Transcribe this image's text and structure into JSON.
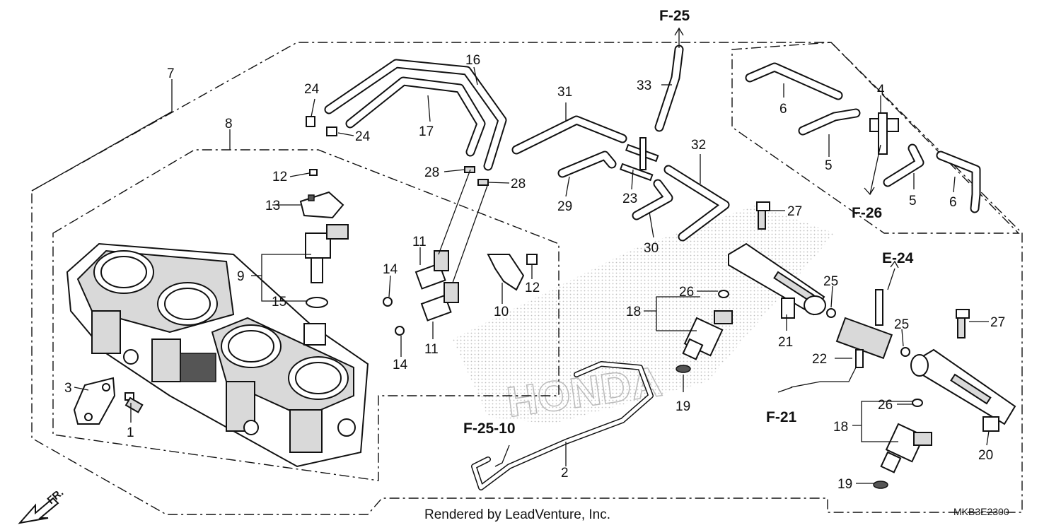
{
  "parts": [
    {
      "id": "p1",
      "label": "1"
    },
    {
      "id": "p2",
      "label": "2"
    },
    {
      "id": "p3",
      "label": "3"
    },
    {
      "id": "p4",
      "label": "4"
    },
    {
      "id": "p5a",
      "label": "5"
    },
    {
      "id": "p5b",
      "label": "5"
    },
    {
      "id": "p6a",
      "label": "6"
    },
    {
      "id": "p6b",
      "label": "6"
    },
    {
      "id": "p7",
      "label": "7"
    },
    {
      "id": "p8",
      "label": "8"
    },
    {
      "id": "p9",
      "label": "9"
    },
    {
      "id": "p10",
      "label": "10"
    },
    {
      "id": "p11a",
      "label": "11"
    },
    {
      "id": "p11b",
      "label": "11"
    },
    {
      "id": "p12a",
      "label": "12"
    },
    {
      "id": "p12b",
      "label": "12"
    },
    {
      "id": "p13",
      "label": "13"
    },
    {
      "id": "p14a",
      "label": "14"
    },
    {
      "id": "p14b",
      "label": "14"
    },
    {
      "id": "p15",
      "label": "15"
    },
    {
      "id": "p16",
      "label": "16"
    },
    {
      "id": "p17",
      "label": "17"
    },
    {
      "id": "p18a",
      "label": "18"
    },
    {
      "id": "p18b",
      "label": "18"
    },
    {
      "id": "p19a",
      "label": "19"
    },
    {
      "id": "p19b",
      "label": "19"
    },
    {
      "id": "p20",
      "label": "20"
    },
    {
      "id": "p21",
      "label": "21"
    },
    {
      "id": "p22",
      "label": "22"
    },
    {
      "id": "p23",
      "label": "23"
    },
    {
      "id": "p24a",
      "label": "24"
    },
    {
      "id": "p24b",
      "label": "24"
    },
    {
      "id": "p25a",
      "label": "25"
    },
    {
      "id": "p25b",
      "label": "25"
    },
    {
      "id": "p26a",
      "label": "26"
    },
    {
      "id": "p26b",
      "label": "26"
    },
    {
      "id": "p27a",
      "label": "27"
    },
    {
      "id": "p27b",
      "label": "27"
    },
    {
      "id": "p28a",
      "label": "28"
    },
    {
      "id": "p28b",
      "label": "28"
    },
    {
      "id": "p29",
      "label": "29"
    },
    {
      "id": "p30",
      "label": "30"
    },
    {
      "id": "p31",
      "label": "31"
    },
    {
      "id": "p32",
      "label": "32"
    },
    {
      "id": "p33",
      "label": "33"
    }
  ],
  "references": {
    "f25": "F-25",
    "f26": "F-26",
    "e24": "E-24",
    "f21": "F-21",
    "f2510": "F-25-10"
  },
  "footer": {
    "credit": "Rendered by LeadVenture, Inc.",
    "diagram_code": "MKB3E2300"
  },
  "direction": {
    "label": "FR."
  }
}
